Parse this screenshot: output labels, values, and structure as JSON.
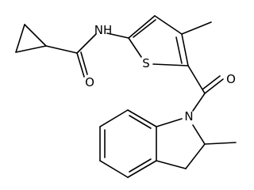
{
  "molecule": {
    "atoms": {
      "amide_nh": "N",
      "amide_h": "H",
      "amide_o": "O",
      "thiophene_s": "S",
      "ketone_o": "O",
      "indoline_n": "N"
    },
    "colors": {
      "bond": "#000000",
      "label": "#000000",
      "background": "#ffffff"
    }
  }
}
